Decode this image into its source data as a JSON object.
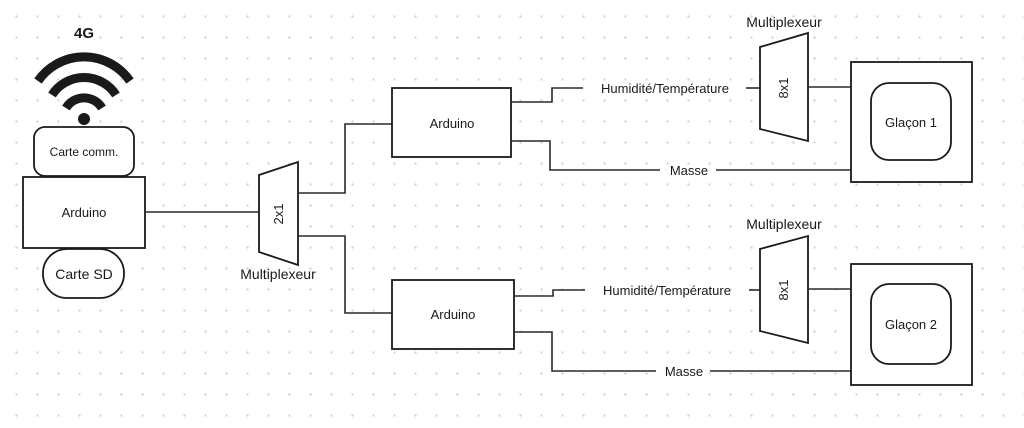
{
  "network": {
    "label": "4G"
  },
  "gateway": {
    "comm_label": "Carte comm.",
    "arduino_label": "Arduino",
    "sd_label": "Carte SD"
  },
  "main_mux": {
    "label": "2x1",
    "caption": "Multiplexeur"
  },
  "branches": [
    {
      "arduino_label": "Arduino",
      "sensor_wire_label": "Humidité/Température",
      "ground_wire_label": "Masse",
      "mux_label": "8x1",
      "mux_caption": "Multiplexeur",
      "ice_label": "Glaçon 1"
    },
    {
      "arduino_label": "Arduino",
      "sensor_wire_label": "Humidité/Température",
      "ground_wire_label": "Masse",
      "mux_label": "8x1",
      "mux_caption": "Multiplexeur",
      "ice_label": "Glaçon 2"
    }
  ]
}
